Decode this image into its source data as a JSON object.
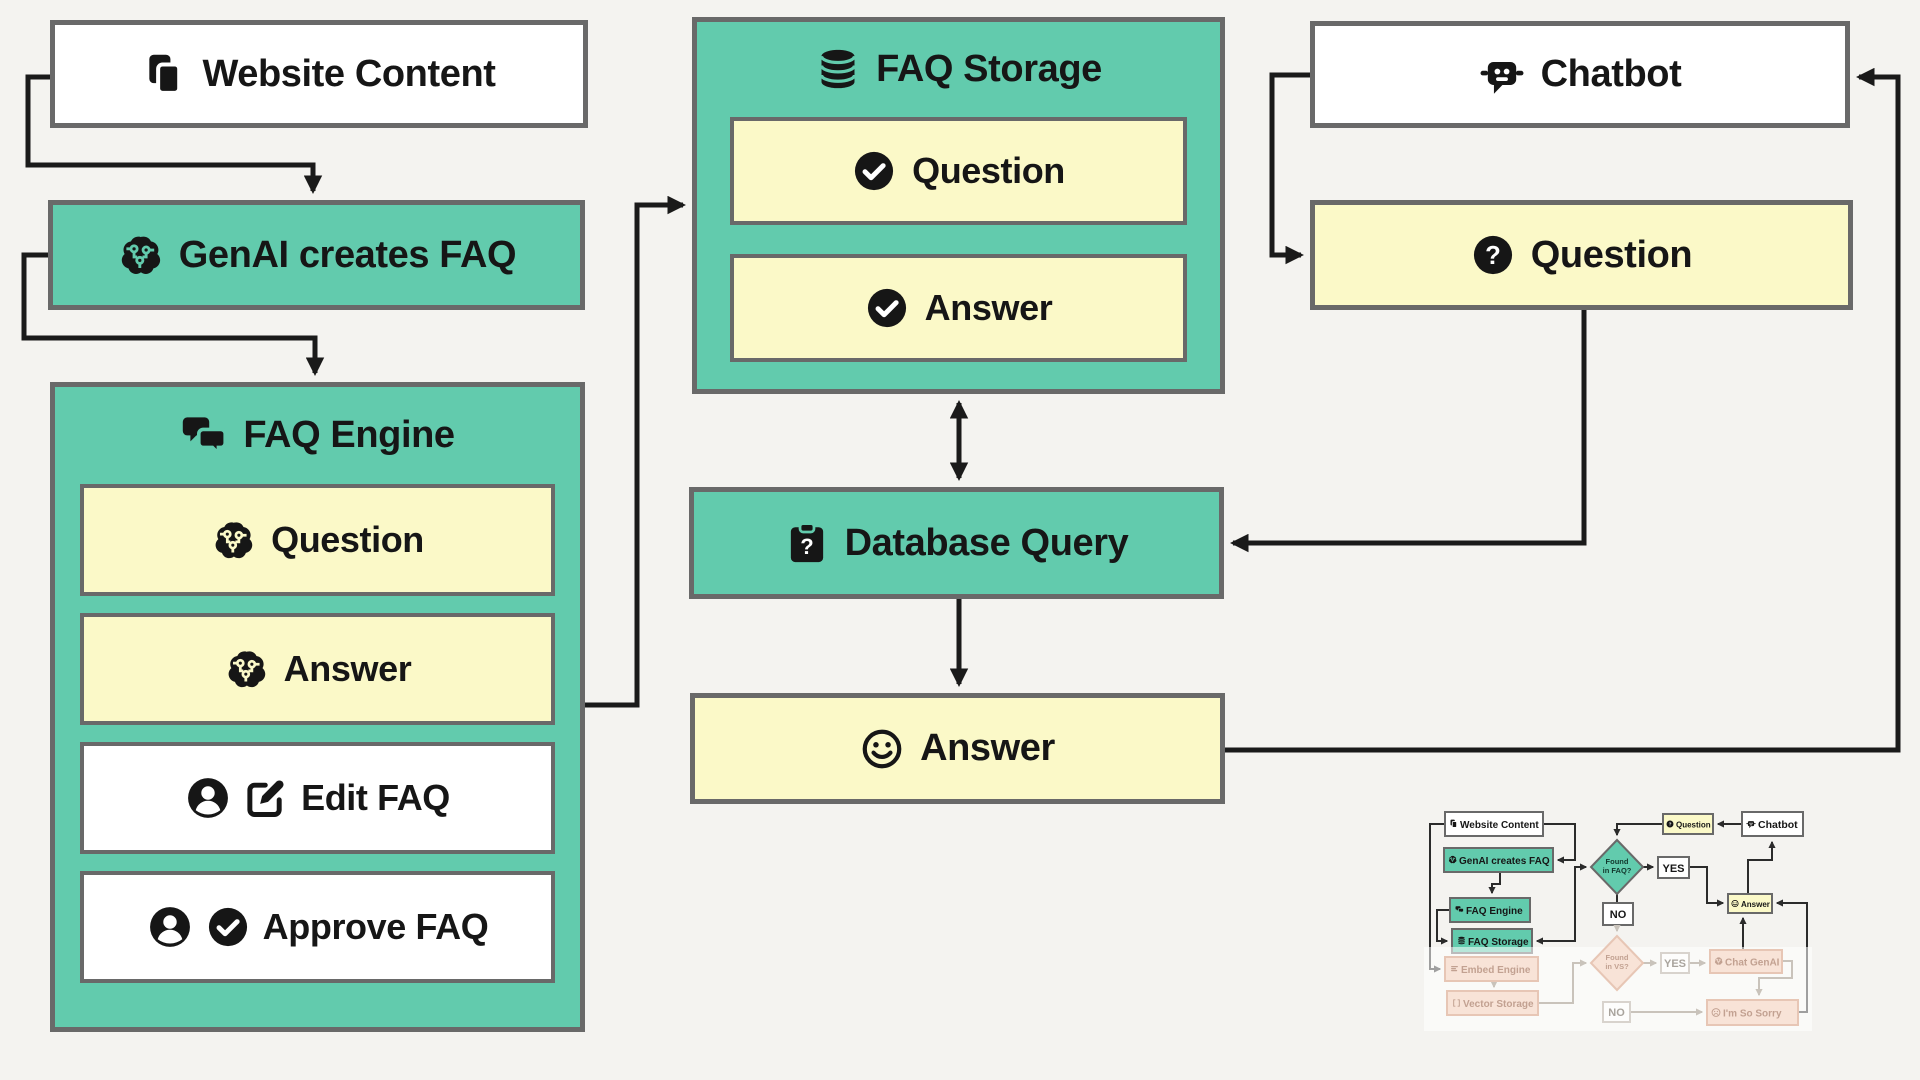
{
  "palette": {
    "background": "#f4f3f0",
    "teal": "#62cbad",
    "yellow": "#fbf9c8",
    "white": "#ffffff",
    "border_gray": "#696969",
    "line_black": "#1a1a1a",
    "faded_peach": "#f8e3d7",
    "faded_border": "#e7c6b5",
    "faded_text": "#c2a191",
    "faded_line": "#c9c3bb"
  },
  "nodes": {
    "website_content": {
      "label": "Website Content",
      "icon": "copy-pages-icon"
    },
    "genai_creates_faq": {
      "label": "GenAI creates FAQ",
      "icon": "brain-circuit-icon"
    },
    "faq_engine": {
      "label": "FAQ Engine",
      "icon": "chat-bubbles-icon",
      "question": {
        "label": "Question",
        "icon": "brain-circuit-icon"
      },
      "answer": {
        "label": "Answer",
        "icon": "brain-circuit-icon"
      },
      "edit_faq": {
        "label": "Edit FAQ",
        "icons": "user-icon edit-icon"
      },
      "approve_faq": {
        "label": "Approve FAQ",
        "icons": "user-icon check-circle-icon"
      }
    },
    "faq_storage": {
      "label": "FAQ Storage",
      "icon": "database-icon",
      "question": {
        "label": "Question",
        "icon": "check-circle-icon"
      },
      "answer": {
        "label": "Answer",
        "icon": "check-circle-icon"
      }
    },
    "chatbot": {
      "label": "Chatbot",
      "icon": "robot-chat-icon"
    },
    "user_question": {
      "label": "Question",
      "icon": "question-circle-icon"
    },
    "database_query": {
      "label": "Database Query",
      "icon": "clipboard-question-icon"
    },
    "final_answer": {
      "label": "Answer",
      "icon": "smiley-icon"
    }
  },
  "minimap": {
    "website_content": "Website Content",
    "genai_creates_faq": "GenAI creates FAQ",
    "faq_engine": "FAQ Engine",
    "faq_storage": "FAQ Storage",
    "embed_engine": "Embed Engine",
    "vector_storage": "Vector Storage",
    "found_in_faq_line1": "Found",
    "found_in_faq_line2": "in FAQ?",
    "found_in_vs_line1": "Found",
    "found_in_vs_line2": "in VS?",
    "yes_faq": "YES",
    "no_faq": "NO",
    "yes_vs": "YES",
    "no_vs": "NO",
    "question": "Question",
    "chatbot": "Chatbot",
    "answer": "Answer",
    "chat_genai": "Chat GenAI",
    "im_so_sorry": "I'm So Sorry"
  }
}
